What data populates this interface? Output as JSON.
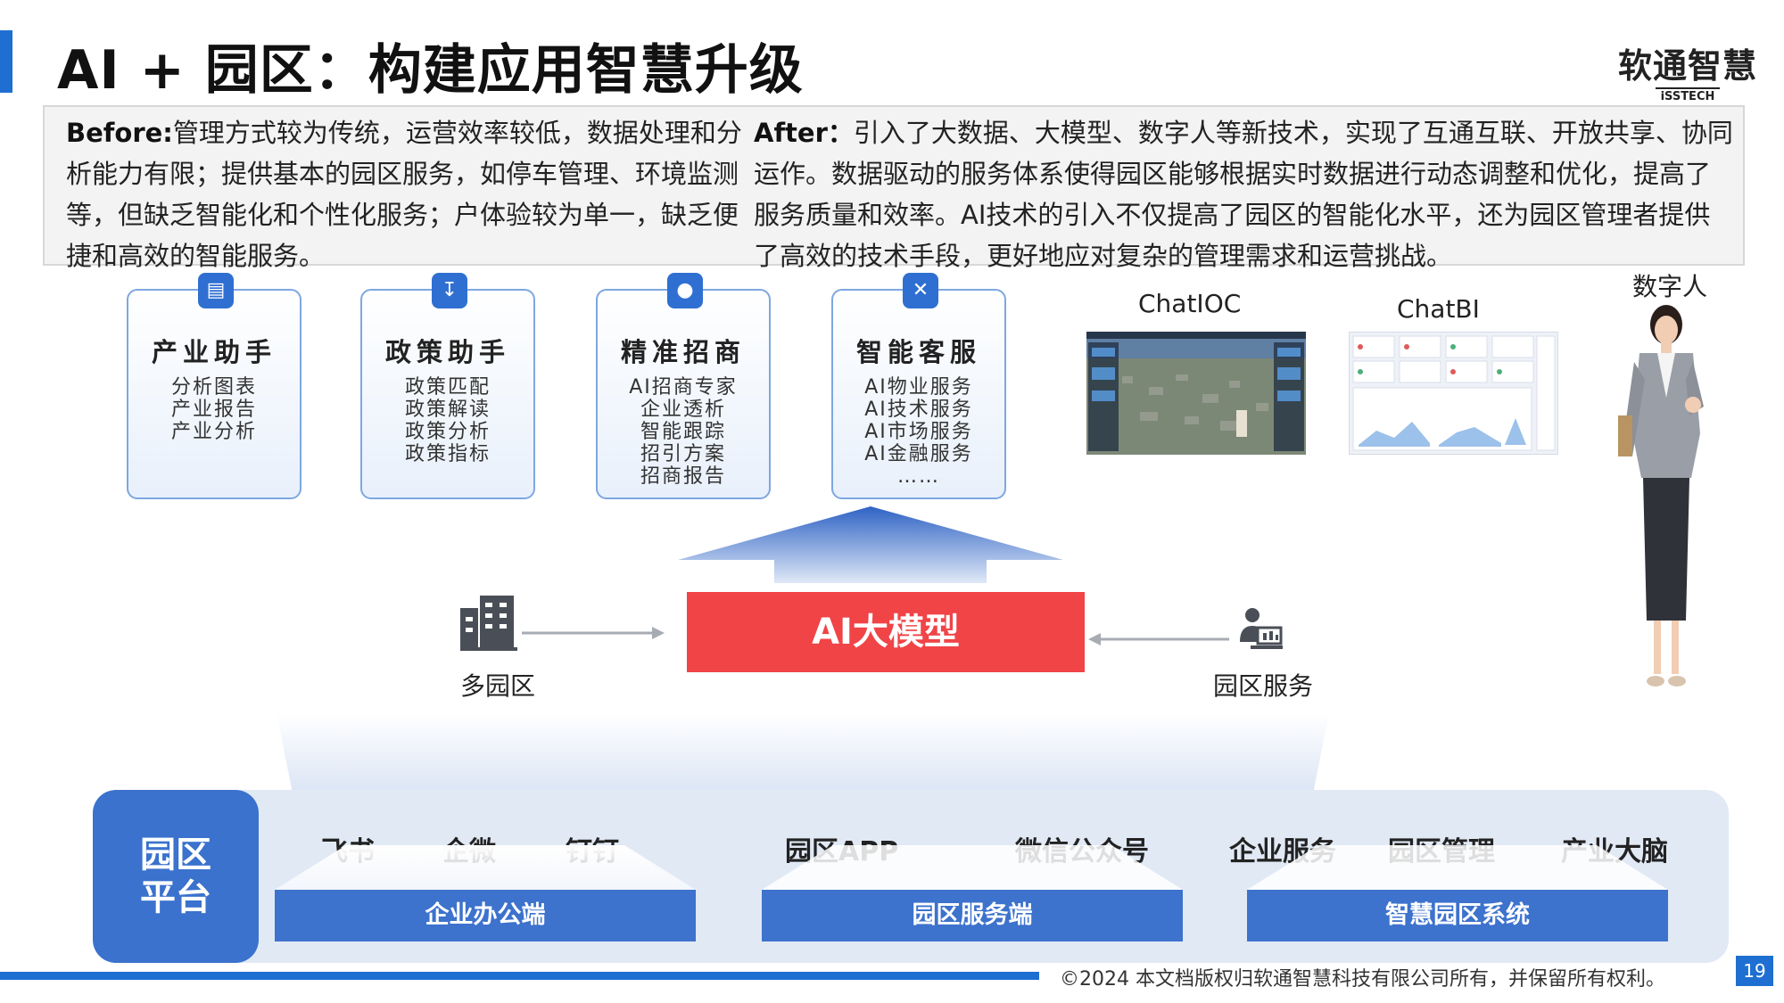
{
  "header": {
    "title": "AI + 园区：构建应用智慧升级",
    "logo_cn": "软通智慧",
    "logo_en": "iSSTECH"
  },
  "comparison": {
    "before_label": "Before:",
    "before_text": "管理方式较为传统，运营效率较低，数据处理和分析能力有限；提供基本的园区服务，如停车管理、环境监测等，但缺乏智能化和个性化服务；户体验较为单一，缺乏便捷和高效的智能服务。",
    "after_label": "After：",
    "after_text": "引入了大数据、大模型、数字人等新技术，实现了互通互联、开放共享、协同运作。数据驱动的服务体系使得园区能够根据实时数据进行动态调整和优化，提高了服务质量和效率。AI技术的引入不仅提高了园区的智能化水平，还为园区管理者提供了高效的技术手段，更好地应对复杂的管理需求和运营挑战。"
  },
  "ai_apps": [
    {
      "title": "产业助手",
      "icon": "chat-icon",
      "items": [
        "分析图表",
        "产业报告",
        "产业分析"
      ]
    },
    {
      "title": "政策助手",
      "icon": "download-icon",
      "items": [
        "政策匹配",
        "政策解读",
        "政策分析",
        "政策指标"
      ]
    },
    {
      "title": "精准招商",
      "icon": "users-icon",
      "items": [
        "AI招商专家",
        "企业透析",
        "智能跟踪",
        "招引方案",
        "招商报告"
      ]
    },
    {
      "title": "智能客服",
      "icon": "tools-icon",
      "items": [
        "AI物业服务",
        "AI技术服务",
        "AI市场服务",
        "AI金融服务",
        "……"
      ]
    }
  ],
  "screens": {
    "chatioc_label": "ChatIOC",
    "chatbi_label": "ChatBI",
    "digital_human_label": "数字人"
  },
  "core": {
    "model_label": "AI大模型",
    "multi_park_label": "多园区",
    "park_service_label": "园区服务"
  },
  "platform": {
    "title_line1": "园区",
    "title_line2": "平台",
    "groups": [
      {
        "label": "企业办公端",
        "items": [
          "飞书",
          "企微",
          "钉钉"
        ]
      },
      {
        "label": "园区服务端",
        "items": [
          "园区APP",
          "微信公众号"
        ]
      },
      {
        "label": "智慧园区系统",
        "items": [
          "企业服务",
          "园区管理",
          "产业大脑"
        ]
      }
    ]
  },
  "footer": {
    "copyright": "©2024 本文档版权归软通智慧科技有限公司所有，并保留所有权利。",
    "page_number": "19"
  },
  "colors": {
    "accent_blue": "#1e6fd1",
    "card_border": "#7ea7e0",
    "model_red": "#f04447",
    "platform_blue": "#3a72cd",
    "platform_bg": "#e1e9f5"
  }
}
